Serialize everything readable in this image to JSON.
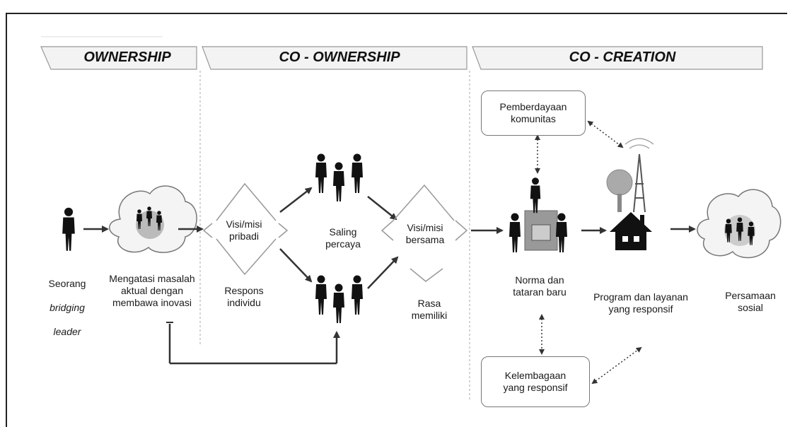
{
  "phases": {
    "ownership": "OWNERSHIP",
    "co_ownership": "CO - OWNERSHIP",
    "co_creation": "CO - CREATION"
  },
  "labels": {
    "leader_line1": "Seorang",
    "leader_line2": "bridging",
    "leader_line3": "leader",
    "innovation": "Mengatasi masalah\naktual dengan\nmembawa inovasi",
    "personal_vision": "Visi/misi\npribadi",
    "individual_response": "Respons\nindividu",
    "mutual_trust": "Saling\npercaya",
    "shared_vision": "Visi/misi\nbersama",
    "ownership_sense": "Rasa\nmemiliki",
    "new_norms": "Norma dan\ntataran baru",
    "programs": "Program dan layanan\nyang responsif",
    "social_equality": "Persamaan\nsosial"
  },
  "boxes": {
    "community_empowerment": "Pemberdayaan\nkomunitas",
    "responsive_institutions": "Kelembagaan\nyang responsif"
  }
}
